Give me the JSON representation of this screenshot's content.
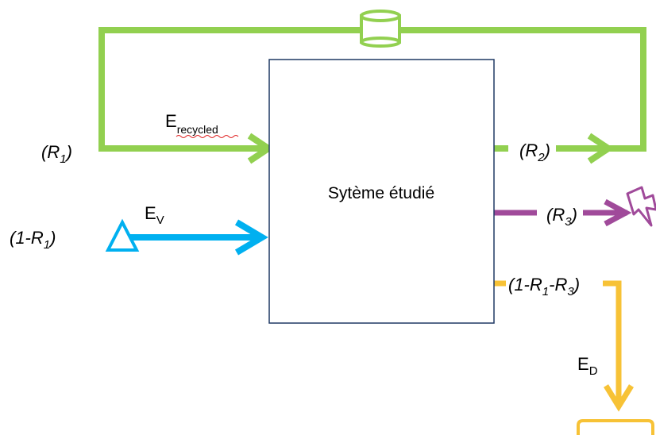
{
  "system": {
    "label": "Sytème étudié"
  },
  "labels": {
    "r1": {
      "open": "(R",
      "sub": "1",
      "close": ")"
    },
    "one_minus_r1": {
      "open": "(1-R",
      "sub": "1",
      "close": ")"
    },
    "r2": {
      "open": "(R",
      "sub": "2",
      "close": ")"
    },
    "r3": {
      "open": "(R",
      "sub": "3",
      "close": ")"
    },
    "one_minus_r1_r3": {
      "open": "(1-R",
      "sub1": "1",
      "mid": "-R",
      "sub2": "3",
      "close": ")"
    },
    "e_recycled": {
      "main": "E",
      "sub": "recycled"
    },
    "e_v": {
      "main": "E",
      "sub": "V"
    },
    "e_d": {
      "main": "E",
      "sub": "D"
    }
  },
  "flows": {
    "recycle": {
      "color": "#92d050",
      "icon": "storage-cylinder-icon"
    },
    "virgin_input": {
      "color": "#00b0f0",
      "icon": "extraction-triangle-icon"
    },
    "energy_recovery": {
      "color": "#a04a9a",
      "icon": "lightning-icon"
    },
    "disposal": {
      "color": "#f7c236",
      "icon": "landfill-tray-icon"
    }
  },
  "colors": {
    "system_box_border": "#1f3864"
  }
}
